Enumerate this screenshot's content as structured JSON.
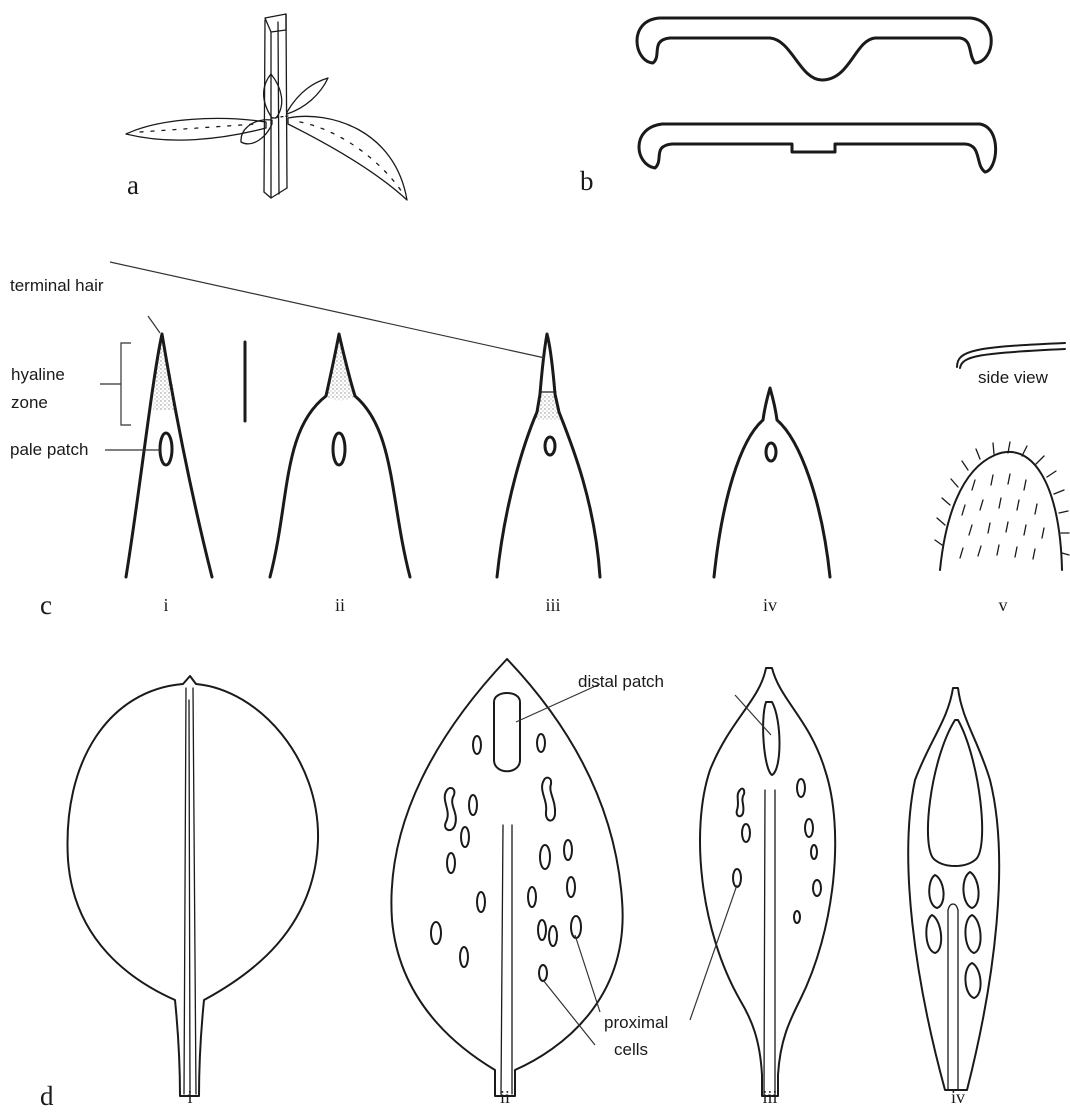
{
  "panels": {
    "a": {
      "letter": "a"
    },
    "b": {
      "letter": "b"
    },
    "c": {
      "letter": "c",
      "numerals": [
        "i",
        "ii",
        "iii",
        "iv",
        "v"
      ],
      "labels": {
        "terminal_hair": "terminal hair",
        "hyaline_zone_1": "hyaline",
        "hyaline_zone_2": "zone",
        "pale_patch": "pale patch",
        "side_view": "side view"
      }
    },
    "d": {
      "letter": "d",
      "numerals": [
        "i",
        "ii",
        "iii",
        "iv"
      ],
      "labels": {
        "distal_patch": "distal patch",
        "proximal_cells_1": "proximal",
        "proximal_cells_2": "cells"
      }
    }
  },
  "colors": {
    "ink": "#1a1a1a",
    "stipple": "#888888"
  }
}
